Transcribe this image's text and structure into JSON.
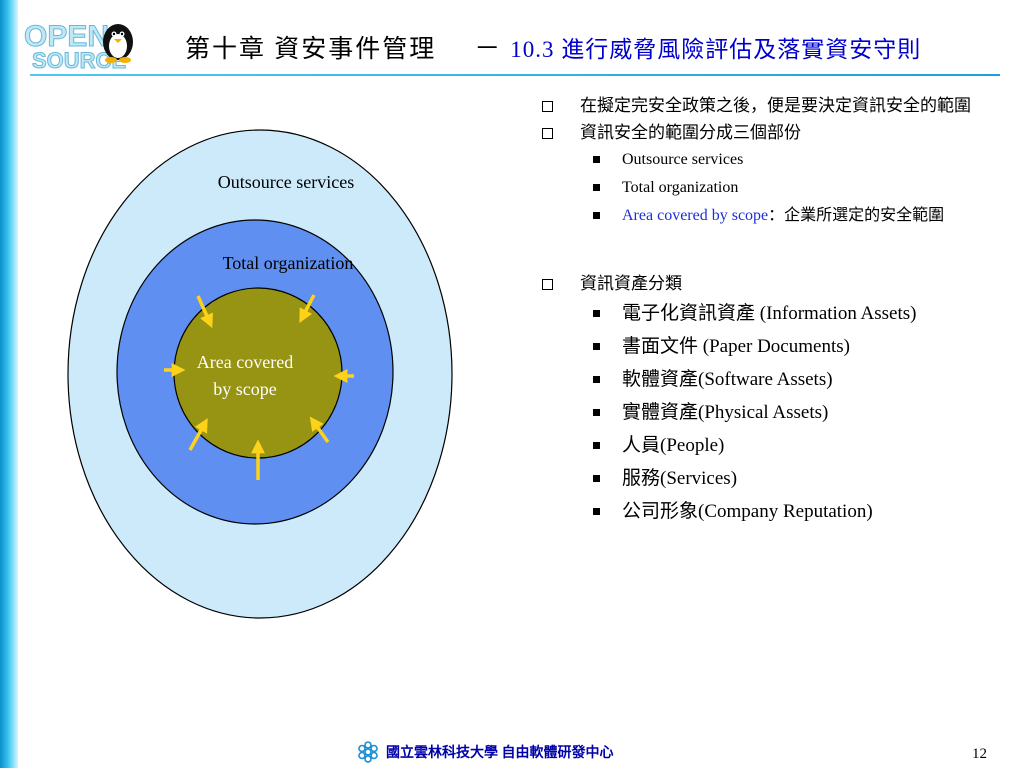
{
  "colors": {
    "outer_ellipse": "#cdeafa",
    "middle_ellipse": "#5f8ff0",
    "inner_circle": "#979313",
    "arrow": "#ffd21a",
    "accent_blue": "#1a2fd6"
  },
  "logo": {
    "text": "OPEN SOURCE"
  },
  "header": {
    "chapter": "第十章 資安事件管理",
    "dash": "－",
    "section": "10.3 進行威脅風險評估及落實資安守則"
  },
  "diagram": {
    "outer_label": "Outsource services",
    "middle_label": "Total organization",
    "inner_label_line1": "Area covered",
    "inner_label_line2": "by scope"
  },
  "bullets": {
    "item1": "在擬定完安全政策之後，便是要決定資訊安全的範圍",
    "item2": "資訊安全的範圍分成三個部份",
    "item2_sub": [
      "Outsource services",
      "Total organization"
    ],
    "item2_sub3_en": "Area covered by scope",
    "item2_sub3_zh": "：企業所選定的安全範圍",
    "item3": "資訊資產分類",
    "item3_sub": [
      "電子化資訊資產 (Information Assets)",
      "書面文件 (Paper Documents)",
      "軟體資產(Software Assets)",
      "實體資產(Physical Assets)",
      "人員(People)",
      "服務(Services)",
      "公司形象(Company Reputation)"
    ]
  },
  "footer": {
    "org": "國立雲林科技大學 自由軟體研發中心",
    "page": "12"
  }
}
